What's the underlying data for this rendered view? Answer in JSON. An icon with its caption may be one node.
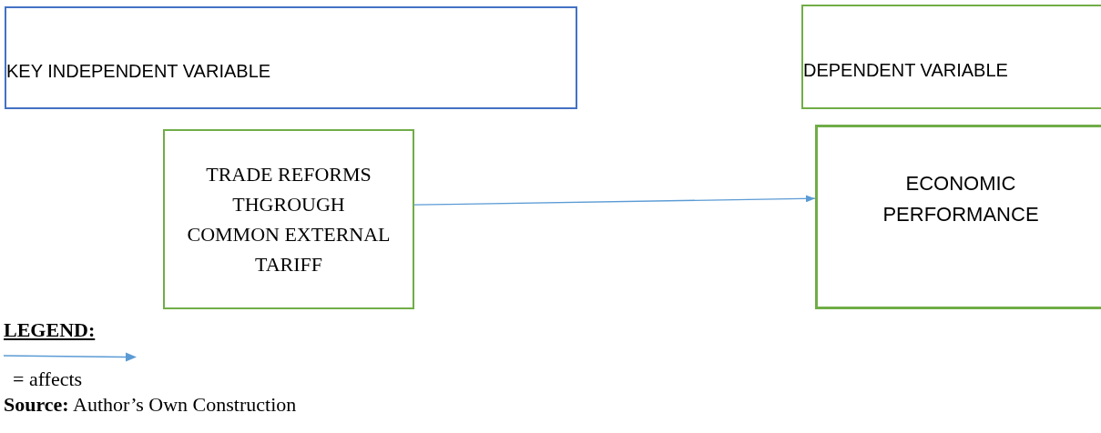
{
  "diagram": {
    "caption": "**Source:** Author’s Own Construction",
    "nodes": [
      {
        "text": [
          "KEY INDEPENDENT VARIABLE"
        ]
      },
      {
        "text": [
          "DEPENDENT VARIABLE"
        ]
      },
      {
        "text": [
          "TRADE REFORMS THGROUGH COMMON EXTERNAL TARIFF"
        ]
      },
      {
        "text": [
          "ECONOMIC PERFORMANCE"
        ]
      }
    ],
    "edges": [
      {
        "from": 2,
        "to": 3,
        "arrow": "to",
        "color": "#5b9bd5"
      }
    ],
    "labels": [
      "LEGEND:"
    ],
    "legend": [
      {
        "text": "= affects"
      }
    ]
  }
}
